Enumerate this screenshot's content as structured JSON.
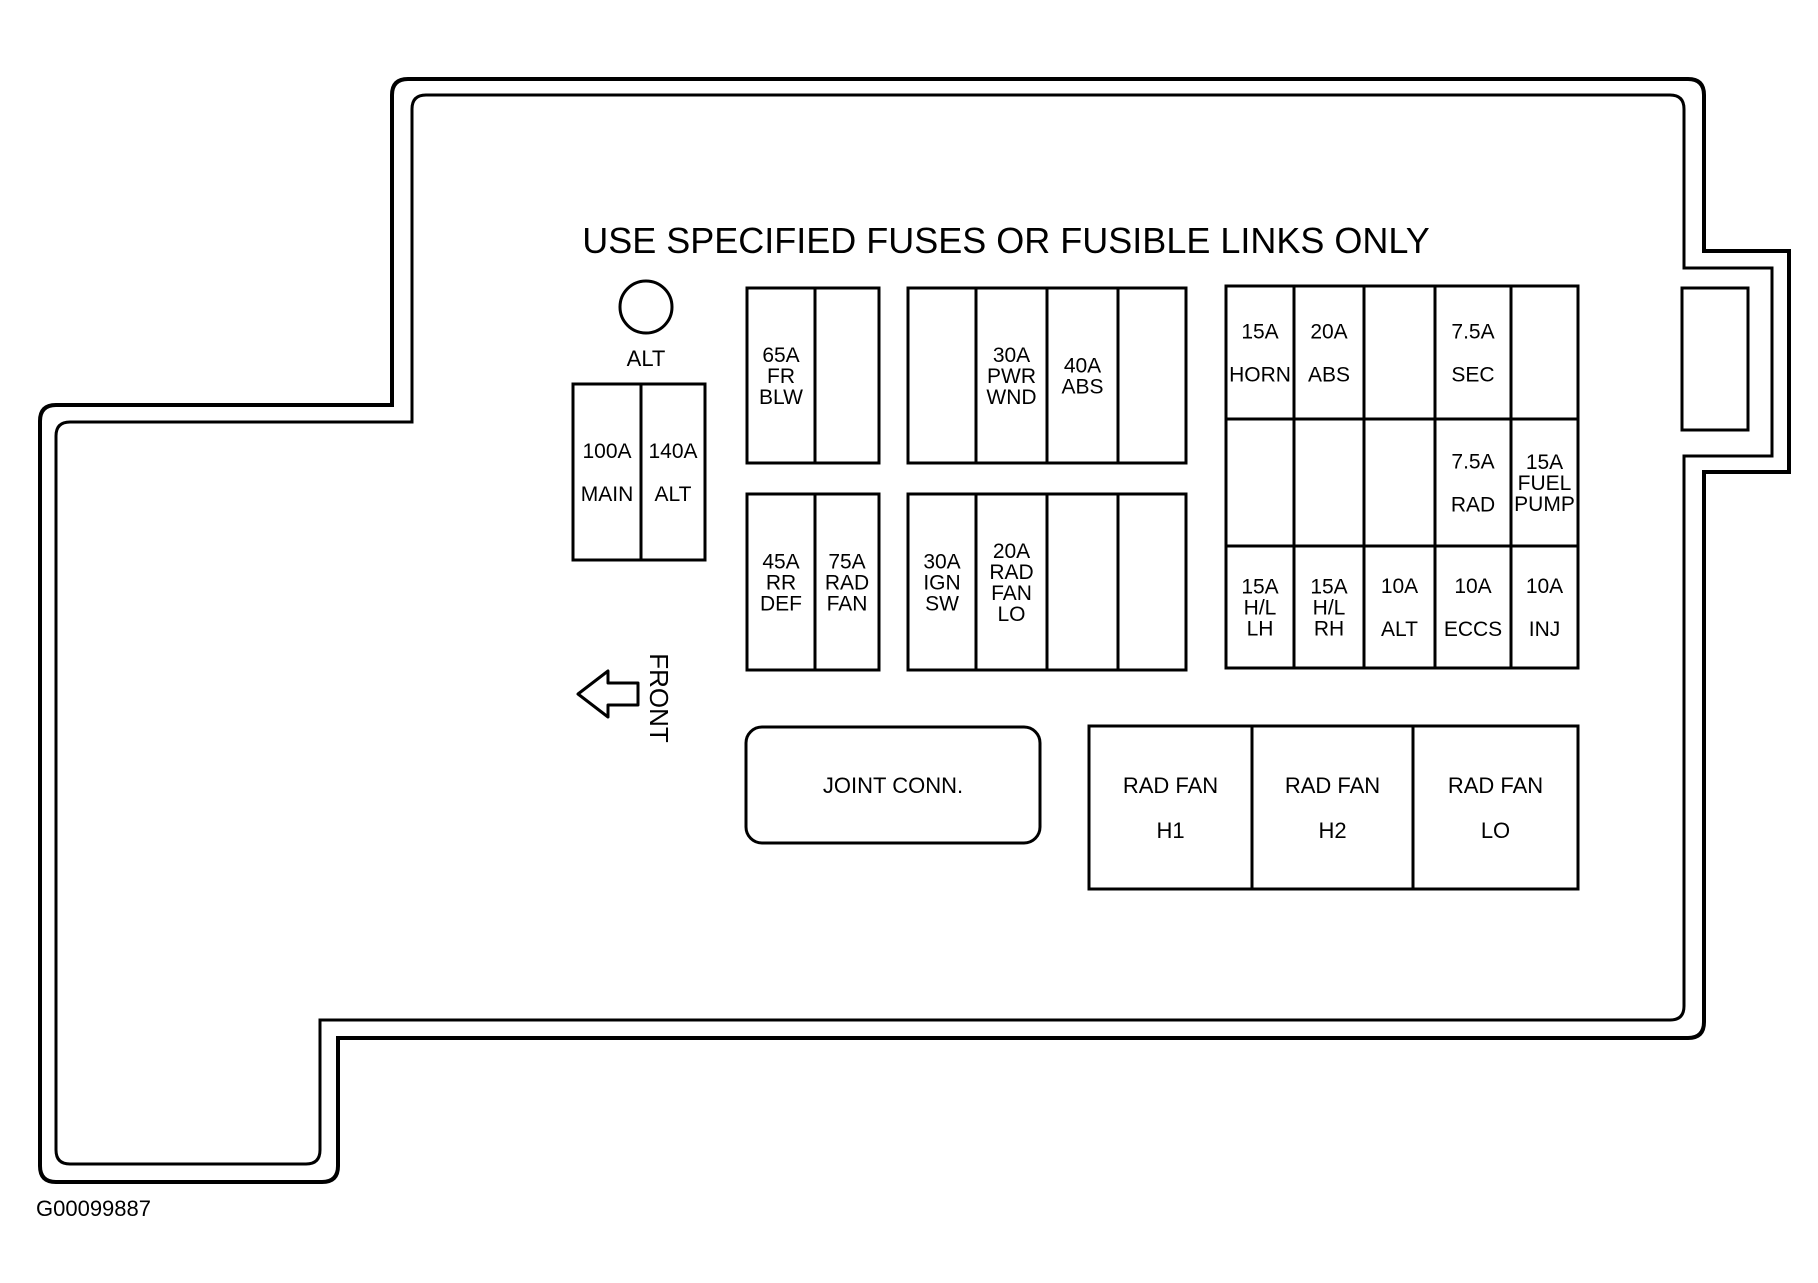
{
  "header": {
    "text": "USE SPECIFIED FUSES OR FUSIBLE LINKS ONLY"
  },
  "alt_terminal": {
    "label": "ALT",
    "icon": "circle-terminal-icon"
  },
  "fusible_links": [
    {
      "lines": [
        "100A",
        "MAIN"
      ]
    },
    {
      "lines": [
        "140A",
        "ALT"
      ]
    }
  ],
  "block_a": [
    {
      "lines": [
        "65A",
        "FR",
        "BLW"
      ]
    },
    {
      "lines": []
    }
  ],
  "block_b": [
    {
      "lines": []
    },
    {
      "lines": [
        "30A",
        "PWR",
        "WND"
      ]
    },
    {
      "lines": [
        "40A",
        "ABS"
      ]
    },
    {
      "lines": []
    }
  ],
  "block_c": [
    {
      "lines": [
        "45A",
        "RR",
        "DEF"
      ]
    },
    {
      "lines": [
        "75A",
        "RAD",
        "FAN"
      ]
    }
  ],
  "block_d": [
    {
      "lines": [
        "30A",
        "IGN",
        "SW"
      ]
    },
    {
      "lines": [
        "20A",
        "RAD",
        "FAN",
        "LO"
      ]
    },
    {
      "lines": []
    },
    {
      "lines": []
    }
  ],
  "fuse_grid": {
    "rows": [
      [
        {
          "lines": [
            "15A",
            "HORN"
          ]
        },
        {
          "lines": [
            "20A",
            "ABS"
          ]
        },
        {
          "lines": []
        },
        {
          "lines": [
            "7.5A",
            "SEC"
          ]
        },
        {
          "lines": []
        }
      ],
      [
        {
          "lines": []
        },
        {
          "lines": []
        },
        {
          "lines": []
        },
        {
          "lines": [
            "7.5A",
            "RAD"
          ]
        },
        {
          "lines": [
            "15A",
            "FUEL",
            "PUMP"
          ]
        }
      ],
      [
        {
          "lines": [
            "15A",
            "H/L",
            "LH"
          ]
        },
        {
          "lines": [
            "15A",
            "H/L",
            "RH"
          ]
        },
        {
          "lines": [
            "10A",
            "ALT"
          ]
        },
        {
          "lines": [
            "10A",
            "ECCS"
          ]
        },
        {
          "lines": [
            "10A",
            "INJ"
          ]
        }
      ]
    ]
  },
  "front_indicator": {
    "label": "FRONT",
    "icon": "arrow-left-icon"
  },
  "joint_connector": {
    "label": "JOINT CONN."
  },
  "relays": [
    {
      "lines": [
        "RAD FAN",
        "H1"
      ]
    },
    {
      "lines": [
        "RAD FAN",
        "H2"
      ]
    },
    {
      "lines": [
        "RAD FAN",
        "LO"
      ]
    }
  ],
  "figure_id": "G00099887"
}
